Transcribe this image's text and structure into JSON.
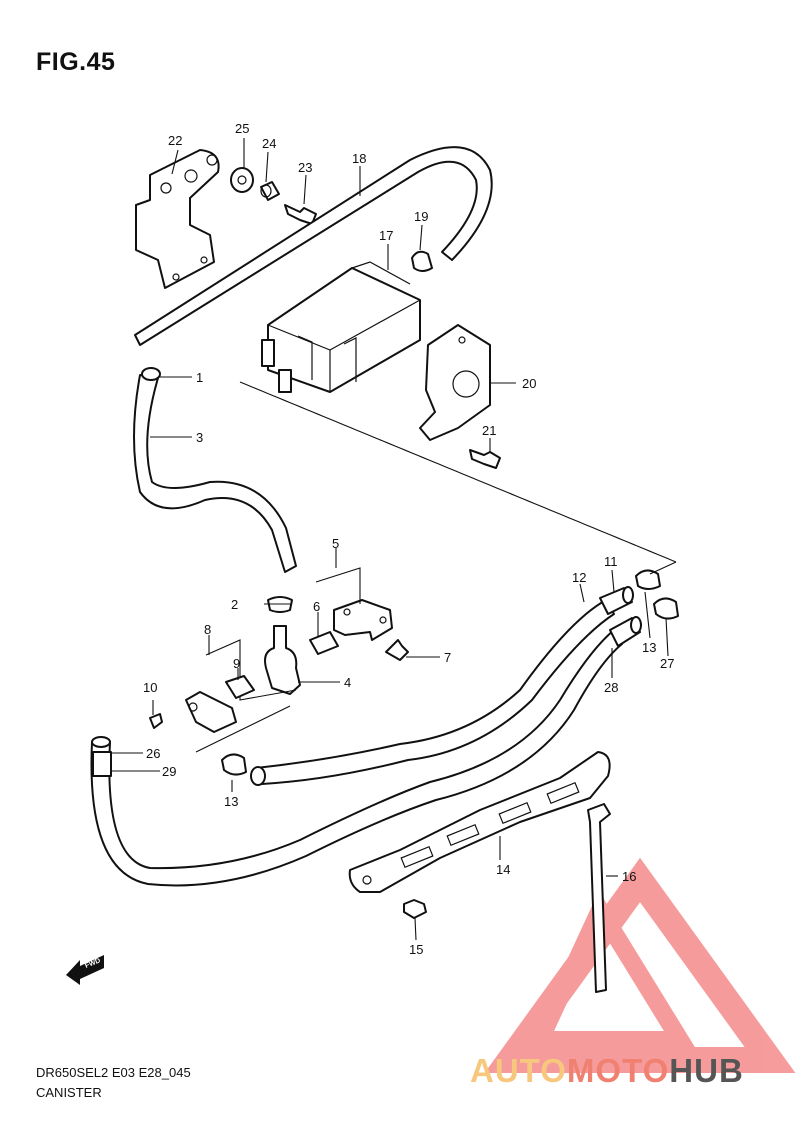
{
  "figure": {
    "title": "FIG.45",
    "code": "DR650SEL2 E03 E28_045",
    "name": "CANISTER"
  },
  "callouts": [
    {
      "id": "c1",
      "label": "1"
    },
    {
      "id": "c2",
      "label": "2"
    },
    {
      "id": "c3",
      "label": "3"
    },
    {
      "id": "c4",
      "label": "4"
    },
    {
      "id": "c5",
      "label": "5"
    },
    {
      "id": "c6",
      "label": "6"
    },
    {
      "id": "c7",
      "label": "7"
    },
    {
      "id": "c8",
      "label": "8"
    },
    {
      "id": "c9",
      "label": "9"
    },
    {
      "id": "c10",
      "label": "10"
    },
    {
      "id": "c11",
      "label": "11"
    },
    {
      "id": "c12",
      "label": "12"
    },
    {
      "id": "c13a",
      "label": "13"
    },
    {
      "id": "c13b",
      "label": "13"
    },
    {
      "id": "c14",
      "label": "14"
    },
    {
      "id": "c15",
      "label": "15"
    },
    {
      "id": "c16",
      "label": "16"
    },
    {
      "id": "c17",
      "label": "17"
    },
    {
      "id": "c18",
      "label": "18"
    },
    {
      "id": "c19",
      "label": "19"
    },
    {
      "id": "c20",
      "label": "20"
    },
    {
      "id": "c21",
      "label": "21"
    },
    {
      "id": "c22",
      "label": "22"
    },
    {
      "id": "c23",
      "label": "23"
    },
    {
      "id": "c24",
      "label": "24"
    },
    {
      "id": "c25",
      "label": "25"
    },
    {
      "id": "c26",
      "label": "26"
    },
    {
      "id": "c27",
      "label": "27"
    },
    {
      "id": "c28",
      "label": "28"
    },
    {
      "id": "c29",
      "label": "29"
    }
  ],
  "direction_arrow": {
    "label": "FWD"
  },
  "watermark": {
    "part1": "AUTO",
    "part2": "MOTO",
    "part3": "HUB",
    "colors": {
      "light": "#f7c77d",
      "mid": "#f08070",
      "dark": "#555555",
      "logo": "#f04a4a"
    }
  }
}
